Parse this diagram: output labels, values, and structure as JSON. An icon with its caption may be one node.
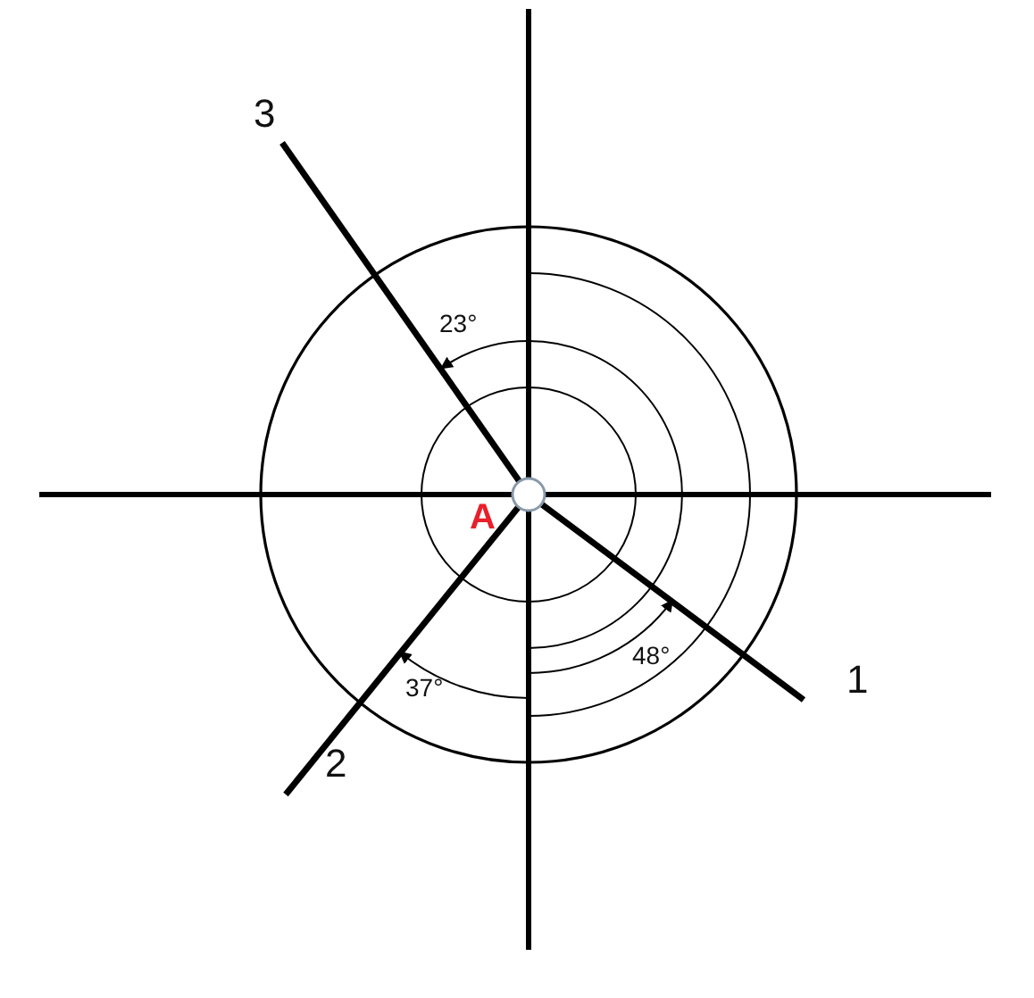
{
  "diagram": {
    "labels": [
      "3",
      "23°",
      "A",
      "1",
      "48°",
      "37°",
      "2"
    ]
  }
}
